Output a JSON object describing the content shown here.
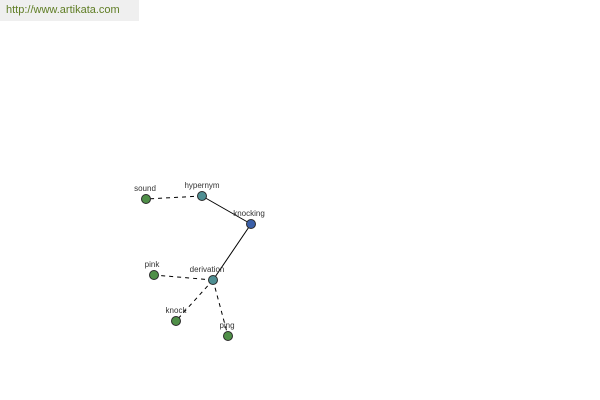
{
  "header": {
    "url": "http://www.artikata.com"
  },
  "graph": {
    "colors": {
      "center_fill": "#3a5fa8",
      "relation_fill": "#4f8f93",
      "word_fill": "#4f8f48",
      "node_stroke": "#2a2a2a",
      "edge": "#000000"
    },
    "nodes": [
      {
        "id": "knocking",
        "label": "knocking",
        "kind": "center"
      },
      {
        "id": "hypernym",
        "label": "hypernym",
        "kind": "relation"
      },
      {
        "id": "derivation",
        "label": "derivation",
        "kind": "relation"
      },
      {
        "id": "sound",
        "label": "sound",
        "kind": "word"
      },
      {
        "id": "pink",
        "label": "pink",
        "kind": "word"
      },
      {
        "id": "knock",
        "label": "knock",
        "kind": "word"
      },
      {
        "id": "ping",
        "label": "ping",
        "kind": "word"
      }
    ],
    "edges": [
      {
        "from": "knocking",
        "to": "hypernym",
        "style": "solid"
      },
      {
        "from": "knocking",
        "to": "derivation",
        "style": "solid"
      },
      {
        "from": "hypernym",
        "to": "sound",
        "style": "dashed"
      },
      {
        "from": "derivation",
        "to": "pink",
        "style": "dashed"
      },
      {
        "from": "derivation",
        "to": "knock",
        "style": "dashed"
      },
      {
        "from": "derivation",
        "to": "ping",
        "style": "dashed"
      }
    ]
  }
}
